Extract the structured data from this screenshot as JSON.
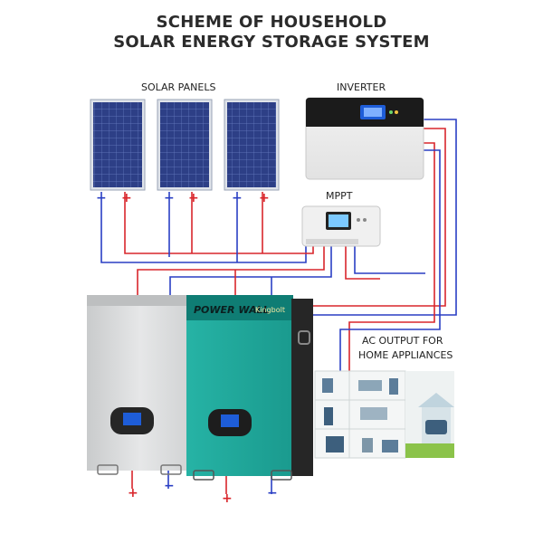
{
  "title": {
    "line1": "SCHEME OF HOUSEHOLD",
    "line2": "SOLAR ENERGY STORAGE SYSTEM"
  },
  "labels": {
    "solar_panels": "SOLAR PANELS",
    "inverter": "INVERTER",
    "mppt": "MPPT",
    "ac_output_line1": "AC OUTPUT FOR",
    "ac_output_line2": "HOME APPLIANCES"
  },
  "battery": {
    "brand_text": "POWER WALL",
    "logo_text": "Kingbolt"
  },
  "polarity": {
    "negative": "−",
    "positive": "+"
  },
  "colors": {
    "positive_wire": "#d9262c",
    "negative_wire": "#2a3fc4",
    "panel_cell": "#2d3f86",
    "battery_teal": "#1fa79a",
    "battery_grey": "#d9dbdc",
    "screen_blue": "#1e5dd8"
  }
}
